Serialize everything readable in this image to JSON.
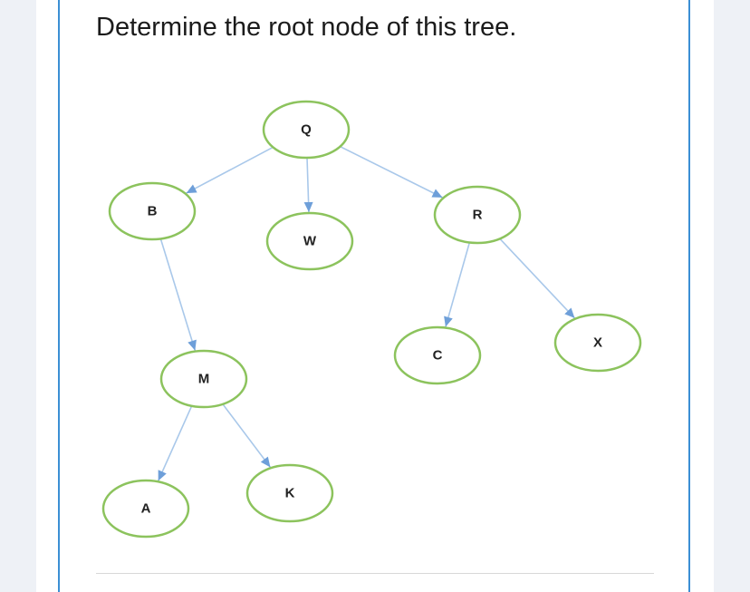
{
  "question": "Determine the root node of this tree.",
  "tree": {
    "nodes": [
      {
        "id": "Q",
        "label": "Q"
      },
      {
        "id": "B",
        "label": "B"
      },
      {
        "id": "W",
        "label": "W"
      },
      {
        "id": "R",
        "label": "R"
      },
      {
        "id": "M",
        "label": "M"
      },
      {
        "id": "C",
        "label": "C"
      },
      {
        "id": "X",
        "label": "X"
      },
      {
        "id": "A",
        "label": "A"
      },
      {
        "id": "K",
        "label": "K"
      }
    ],
    "edges": [
      {
        "from": "Q",
        "to": "B"
      },
      {
        "from": "Q",
        "to": "W"
      },
      {
        "from": "Q",
        "to": "R"
      },
      {
        "from": "B",
        "to": "M"
      },
      {
        "from": "R",
        "to": "C"
      },
      {
        "from": "R",
        "to": "X"
      },
      {
        "from": "M",
        "to": "A"
      },
      {
        "from": "M",
        "to": "K"
      }
    ]
  },
  "colors": {
    "node_border": "#8cc35d",
    "edge": "#a9c8ea",
    "arrowhead": "#6e9fd9",
    "panel_border": "#3b8fd4"
  }
}
